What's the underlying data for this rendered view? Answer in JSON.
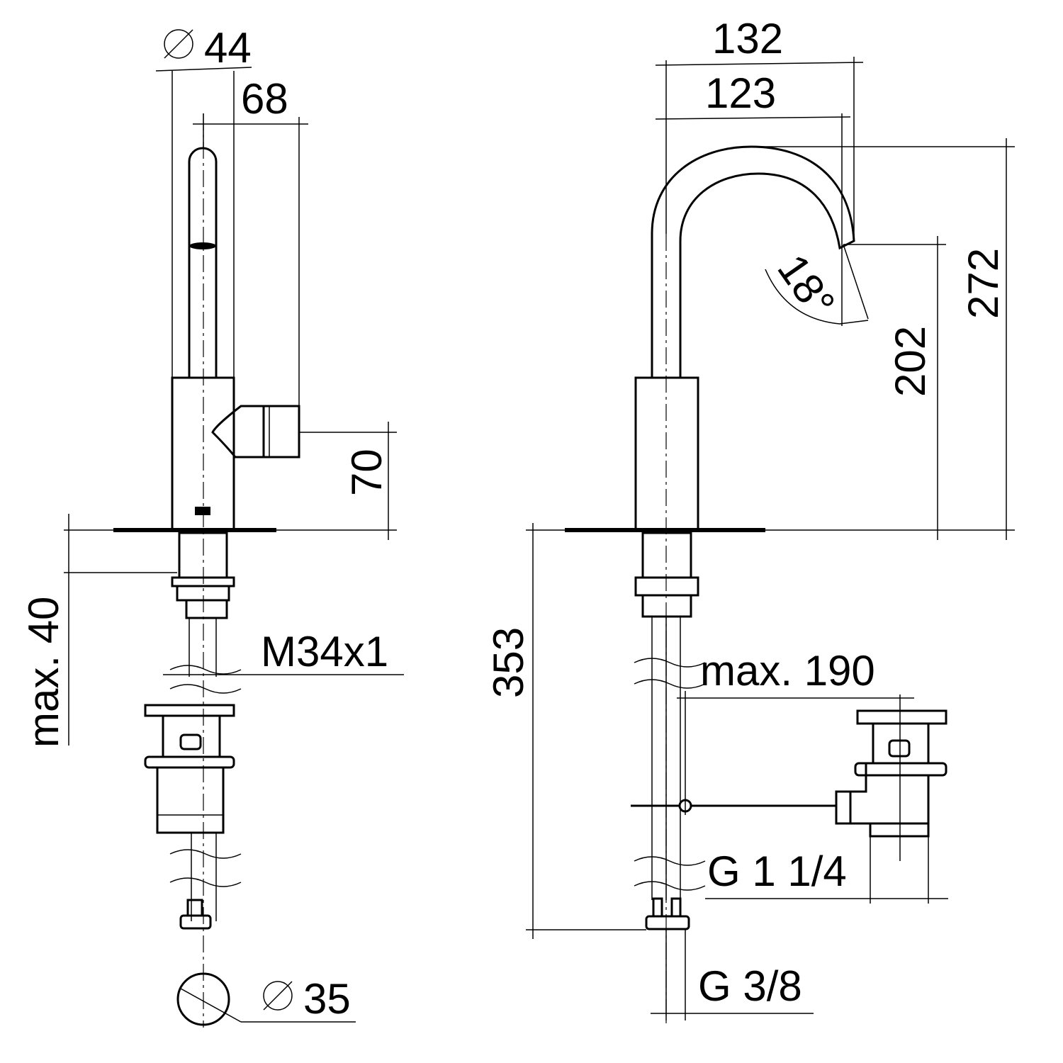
{
  "drawing": {
    "side_view": {
      "diameter_spout": "44",
      "lever_reach": "68",
      "lever_height": "70",
      "max_deck_thickness": "max. 40",
      "thread": "M34x1",
      "diameter_drain": "35"
    },
    "front_view": {
      "projection_total": "132",
      "projection_outlet": "123",
      "outlet_angle": "18°",
      "total_height": "272",
      "outlet_height": "202",
      "below_deck_length": "353",
      "max_rod_distance": "max. 190",
      "drain_thread": "G 1 1/4",
      "connection_thread": "G 3/8"
    }
  }
}
